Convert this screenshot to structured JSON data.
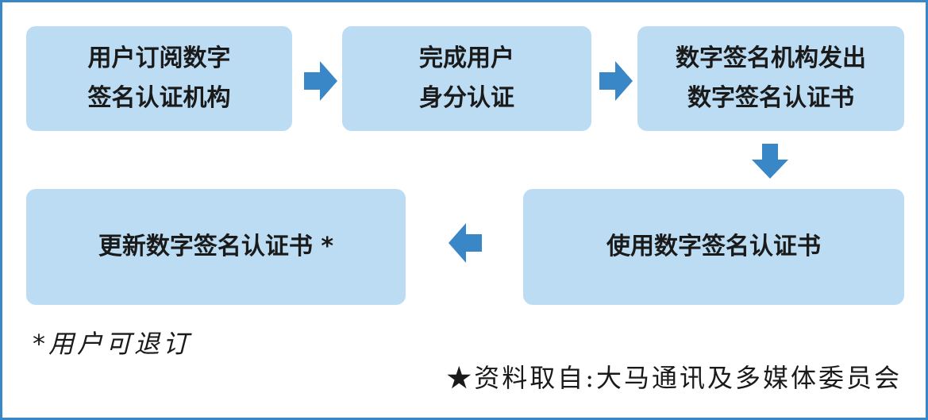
{
  "flow": {
    "step1": [
      "用户订阅数字",
      "签名认证机构"
    ],
    "step2": [
      "完成用户",
      "身分认证"
    ],
    "step3": [
      "数字签名机构发出",
      "数字签名认证书"
    ],
    "step4": "使用数字签名认证书",
    "step5": "更新数字签名认证书 *"
  },
  "footnote": "*用户可退订",
  "source": "★资料取自:大马通讯及多媒体委员会",
  "colors": {
    "border": "#3a87c8",
    "box_fill": "#bcdcf3",
    "arrow": "#3a87c8",
    "text": "#1a1a1a"
  }
}
